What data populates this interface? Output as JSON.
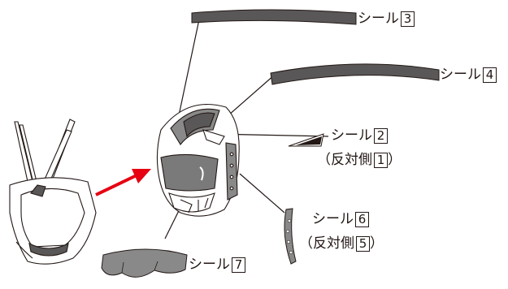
{
  "labels": {
    "seal3": {
      "text": "シール",
      "num": "3"
    },
    "seal4": {
      "text": "シール",
      "num": "4"
    },
    "seal2": {
      "text": "シール",
      "num": "2",
      "note_open": "（反対側",
      "note_num": "1",
      "note_close": "）"
    },
    "seal6": {
      "text": "シール",
      "num": "6",
      "note_open": "（反対側",
      "note_num": "5",
      "note_close": "）"
    },
    "seal7": {
      "text": "シール",
      "num": "7"
    }
  },
  "colors": {
    "ink": "#231815",
    "sticker_dark": "#595757",
    "sticker_mid": "#898989",
    "visor": "#7a7a7a",
    "arrow": "#e60012"
  }
}
